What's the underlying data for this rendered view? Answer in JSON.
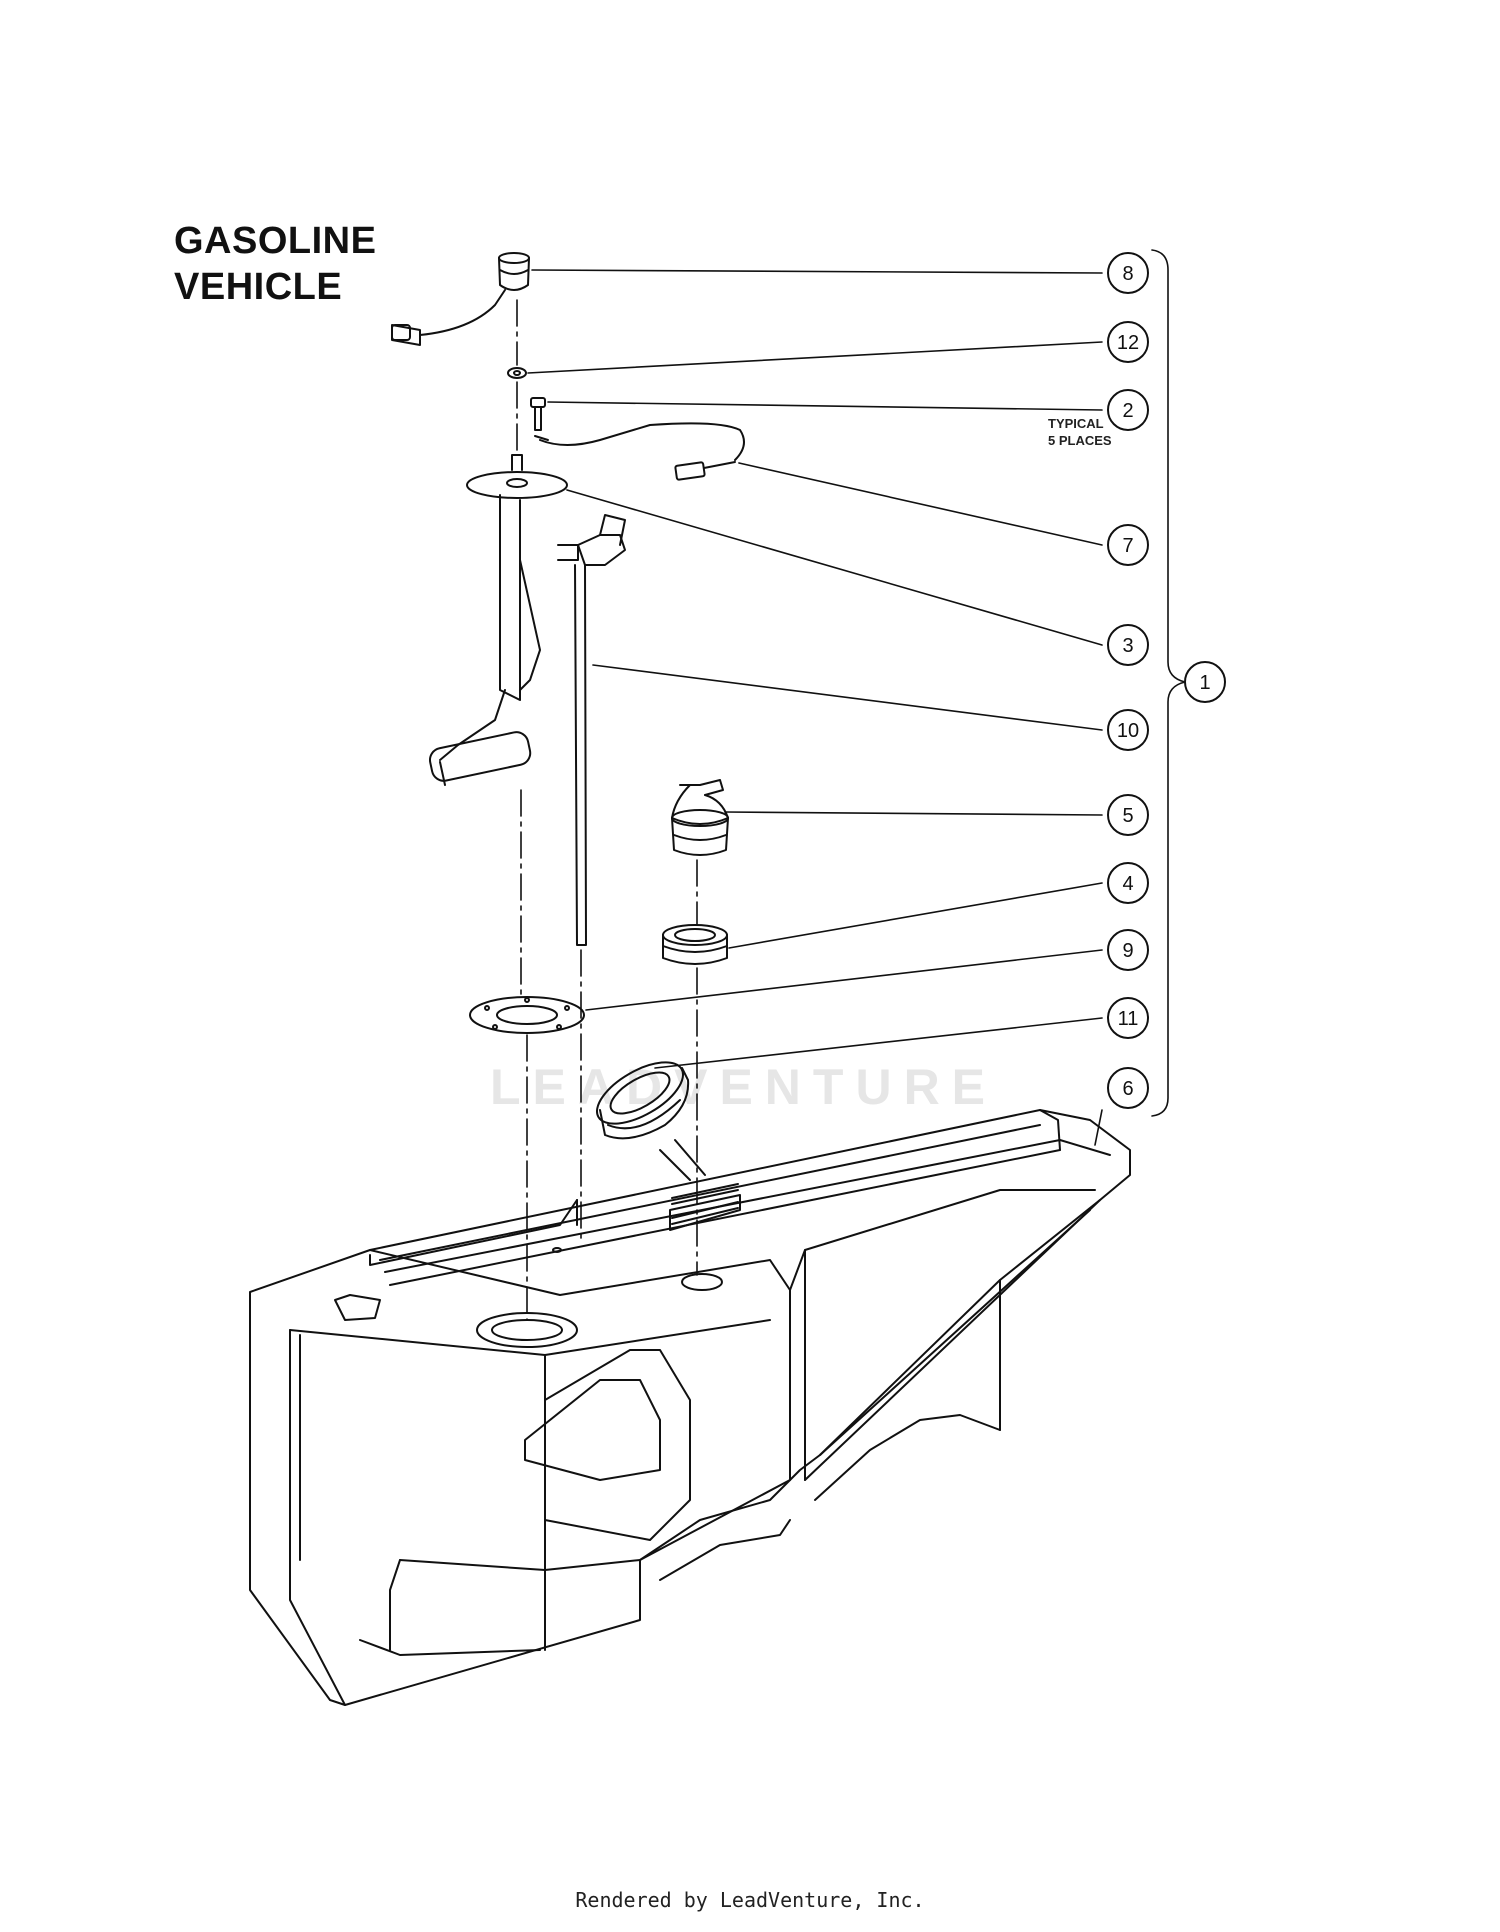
{
  "title": {
    "line1": "GASOLINE",
    "line2": "VEHICLE"
  },
  "callouts": [
    {
      "id": "8",
      "label": "8"
    },
    {
      "id": "12",
      "label": "12"
    },
    {
      "id": "2",
      "label": "2"
    },
    {
      "id": "7",
      "label": "7"
    },
    {
      "id": "3",
      "label": "3"
    },
    {
      "id": "10",
      "label": "10"
    },
    {
      "id": "5",
      "label": "5"
    },
    {
      "id": "4",
      "label": "4"
    },
    {
      "id": "9",
      "label": "9"
    },
    {
      "id": "11",
      "label": "11"
    },
    {
      "id": "6",
      "label": "6"
    },
    {
      "id": "1",
      "label": "1"
    }
  ],
  "note": {
    "line1": "TYPICAL",
    "line2": "5 PLACES"
  },
  "watermark": "LEADVENTURE",
  "footer": "Rendered by LeadVenture, Inc."
}
